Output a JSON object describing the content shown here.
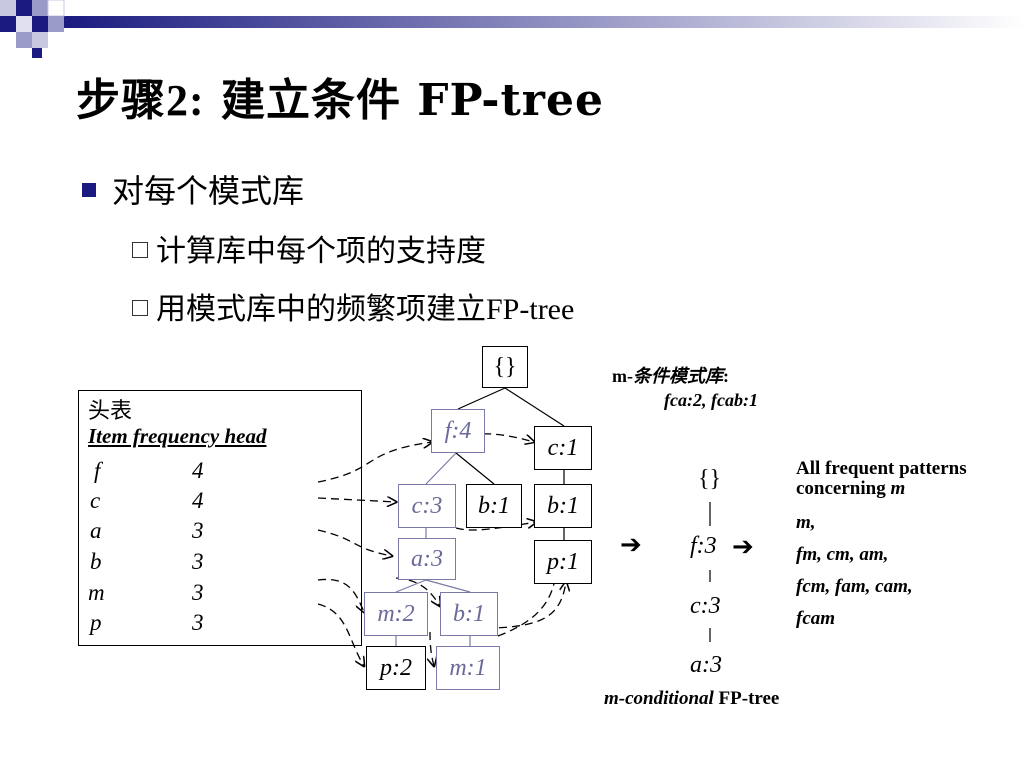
{
  "title": {
    "prefix": "步骤",
    "num": "2:",
    "suffix": " 建立条件 FP-tree"
  },
  "bullets": {
    "level1": "对每个模式库",
    "level2_a": "计算库中每个项的支持度",
    "level2_b_cn": "用模式库中的频繁项建立",
    "level2_b_en": "FP-tree"
  },
  "header_table": {
    "title_cn": "头表",
    "columns_label": "Item  frequency  head",
    "rows": [
      {
        "item": "f",
        "count": "4"
      },
      {
        "item": "c",
        "count": "4"
      },
      {
        "item": "a",
        "count": "3"
      },
      {
        "item": "b",
        "count": "3"
      },
      {
        "item": "m",
        "count": "3"
      },
      {
        "item": "p",
        "count": "3"
      }
    ]
  },
  "tree": {
    "root": "{}",
    "f4": "f:4",
    "c1_top": "c:1",
    "c3": "c:3",
    "b1_mid": "b:1",
    "b1_right": "b:1",
    "a3": "a:3",
    "p1": "p:1",
    "m2": "m:2",
    "b1_low": "b:1",
    "p2": "p:2",
    "m1": "m:1"
  },
  "pattern_base": {
    "label_bold": "m-",
    "label_italic": "条件模式库",
    "label_colon": ":",
    "values": "fca:2, fcab:1"
  },
  "cond_tree": {
    "root": "{}",
    "f3": "f:3",
    "c3": "c:3",
    "a3": "a:3",
    "caption_italic": "m-conditional",
    "caption_plain": " FP-tree"
  },
  "patterns": {
    "heading1": "All frequent patterns",
    "heading2_plain": "concerning ",
    "heading2_italic": "m",
    "line1": "m,",
    "line2": "fm, cm, am,",
    "line3": "fcm, fam, cam,",
    "line4": "fcam"
  },
  "arrow_glyph": "➔",
  "colors": {
    "accent_dark": "#1a1a80",
    "tree_highlight": "#7a7aa8"
  }
}
